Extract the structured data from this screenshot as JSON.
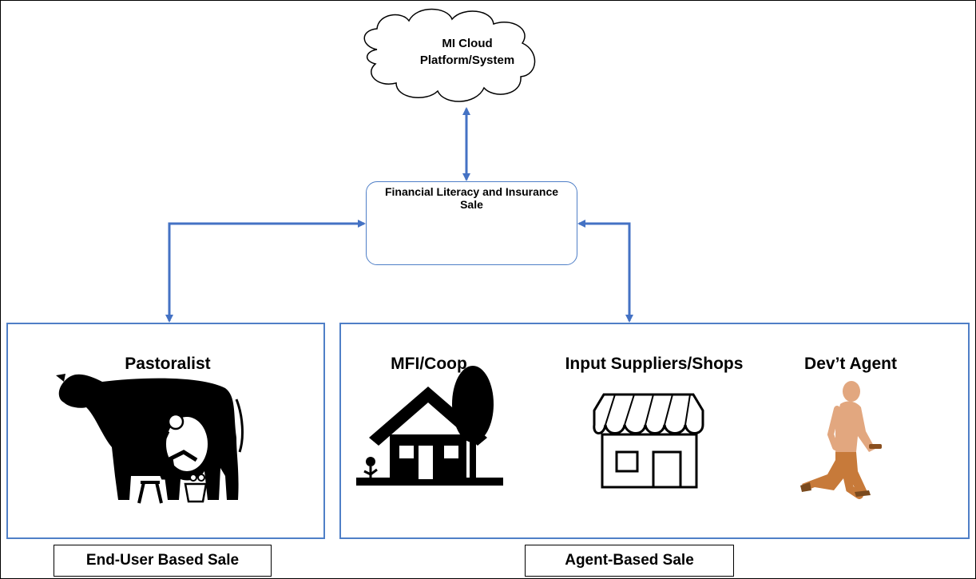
{
  "cloud": {
    "label": "MI Cloud Platform/System"
  },
  "hub": {
    "title": "Financial  Literacy and Insurance Sale"
  },
  "left_panel": {
    "heading": "Pastoralist"
  },
  "right_panel": {
    "headings": [
      "MFI/Coop",
      "Input Suppliers/Shops",
      "Dev’t Agent"
    ]
  },
  "footers": {
    "left": "End-User Based Sale",
    "right": "Agent-Based Sale"
  },
  "colors": {
    "connector": "#4472c4",
    "panel_border": "#4f7fc7",
    "agent": "#e2a77f",
    "agent_dark": "#c77a3a"
  },
  "icons": [
    "cloud-icon",
    "smartphone-icon",
    "cash-register-icon",
    "cow-milking-icon",
    "house-tree-icon",
    "storefront-icon",
    "walking-agent-icon"
  ]
}
